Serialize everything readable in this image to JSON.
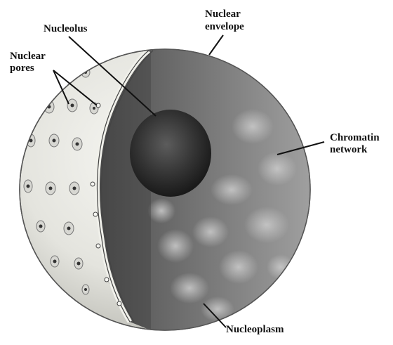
{
  "diagram": {
    "labels": {
      "nucleolus": "Nucleolus",
      "nuclear_pores_line1": "Nuclear",
      "nuclear_pores_line2": "pores",
      "nuclear_envelope_line1": "Nuclear",
      "nuclear_envelope_line2": "envelope",
      "chromatin_line1": "Chromatin",
      "chromatin_line2": "network",
      "nucleoplasm": "Nucleoplasm"
    },
    "colors": {
      "envelope_surface": "#e9e9e4",
      "nucleoplasm": "#8f8f8f",
      "nucleolus": "#2a2a2a",
      "line": "#111111"
    },
    "icons": [
      "nuclear-pore-icon"
    ]
  }
}
